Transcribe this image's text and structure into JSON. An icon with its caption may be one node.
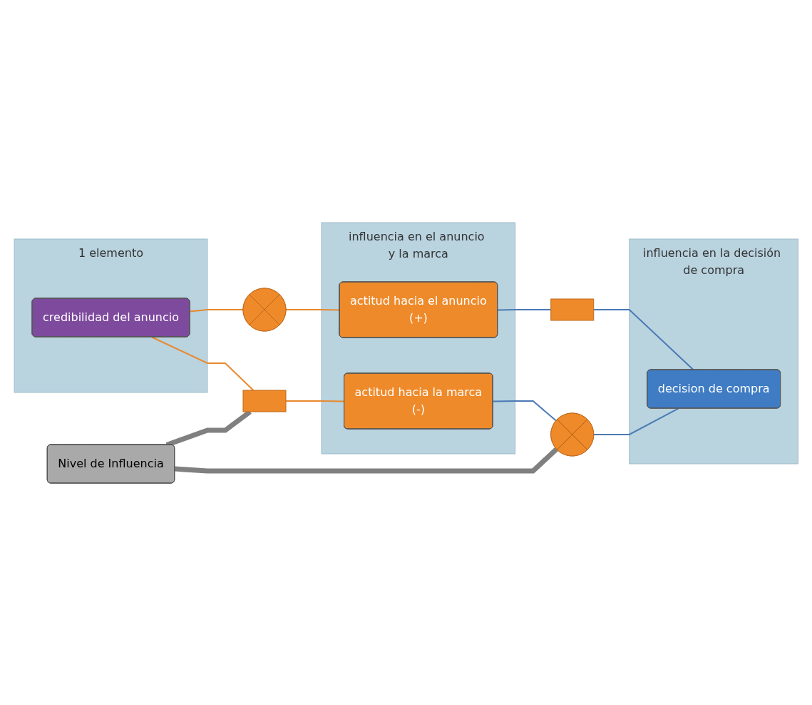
{
  "diagram": {
    "nodes": [
      {
        "text": [
          "1 elemento"
        ]
      },
      {
        "text": [
          "influencia en el anuncio y la marca"
        ]
      },
      {
        "text": [
          "influencia en la decisión de compra"
        ]
      },
      {
        "text": [
          "credibilidad del anuncio"
        ],
        "in": 0
      },
      {
        "text": [
          "actitud hacia el anuncio",
          "(+)"
        ],
        "in": 1
      },
      {
        "text": [
          "actitud hacia la marca",
          "(-)"
        ],
        "in": 1
      },
      {
        "text": [
          "decision de compra"
        ],
        "in": 2
      },
      {
        "text": [],
        "shape": "plus"
      },
      {
        "text": [],
        "shape": "minus"
      },
      {
        "text": [],
        "shape": "minus"
      },
      {
        "text": [],
        "shape": "plus"
      },
      {
        "text": [
          "Nivel de Influencia"
        ]
      }
    ],
    "edges": [
      {
        "from": 3,
        "to": 7,
        "arrow": "none",
        "color": "#e8892f"
      },
      {
        "from": 7,
        "to": 4,
        "arrow": "none",
        "color": "#e8892f"
      },
      {
        "from": 3,
        "to": 8,
        "arrow": "none",
        "color": "#e8892f"
      },
      {
        "from": 8,
        "to": 5,
        "arrow": "none",
        "color": "#e8892f"
      },
      {
        "from": 4,
        "to": 9,
        "arrow": "none",
        "color": "#4a7ab5"
      },
      {
        "from": 9,
        "to": 6,
        "arrow": "none",
        "color": "#4a7ab5"
      },
      {
        "from": 5,
        "to": 10,
        "arrow": "none",
        "color": "#4a7ab5"
      },
      {
        "from": 10,
        "to": 6,
        "arrow": "none",
        "color": "#4a7ab5"
      },
      {
        "from": 11,
        "to": 8,
        "arrow": "none",
        "style": "thick",
        "color": "#808080"
      },
      {
        "from": 11,
        "to": 10,
        "arrow": "none",
        "style": "thick",
        "color": "#808080"
      }
    ]
  }
}
